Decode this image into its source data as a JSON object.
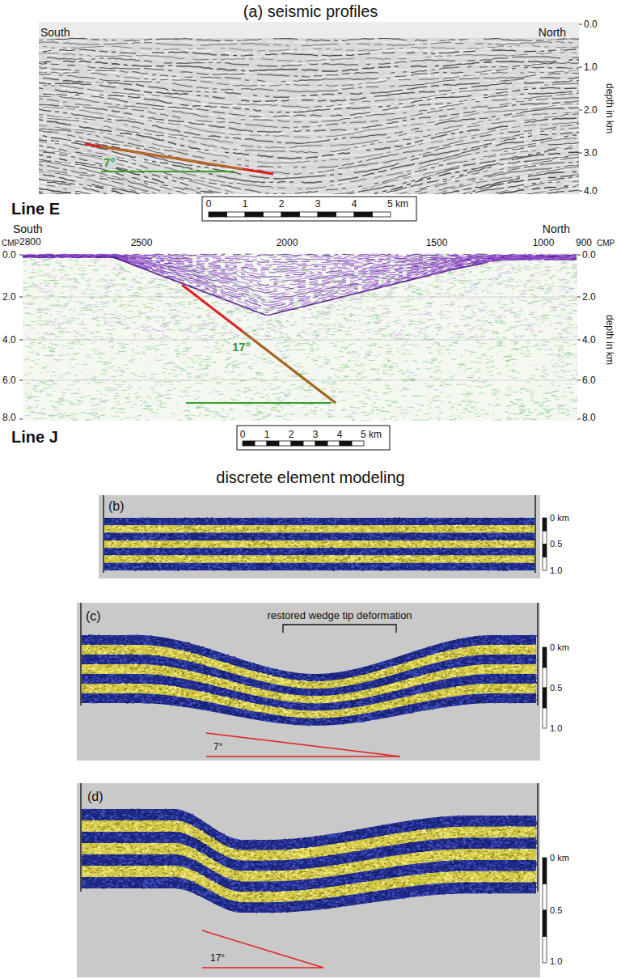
{
  "diagram": {
    "title": "(a) seismic profiles",
    "labels": [
      "South",
      "North",
      "0.0",
      "1.0",
      "2.0",
      "3.0",
      "4.0",
      "depth in km",
      "7°",
      "Line E",
      "0",
      "1",
      "2",
      "3",
      "4",
      "5 km",
      "South",
      "North",
      "CMP",
      "2800",
      "2500",
      "2000",
      "1500",
      "1000",
      "900",
      "CMP",
      "0.0",
      "2.0",
      "4.0",
      "6.0",
      "8.0",
      "0.0",
      "2.0",
      "4.0",
      "6.0",
      "8.0",
      "depth in km",
      "17°",
      "Line J",
      "0",
      "1",
      "2",
      "3",
      "4",
      "5 km",
      "discrete element modeling",
      "(b)",
      "0 km",
      "0.5",
      "1.0",
      "(c)",
      "restored wedge tip deformation",
      "7°",
      "0 km",
      "0.5",
      "1.0",
      "(d)",
      "17°",
      "0 km",
      "0.5",
      "1.0"
    ]
  }
}
